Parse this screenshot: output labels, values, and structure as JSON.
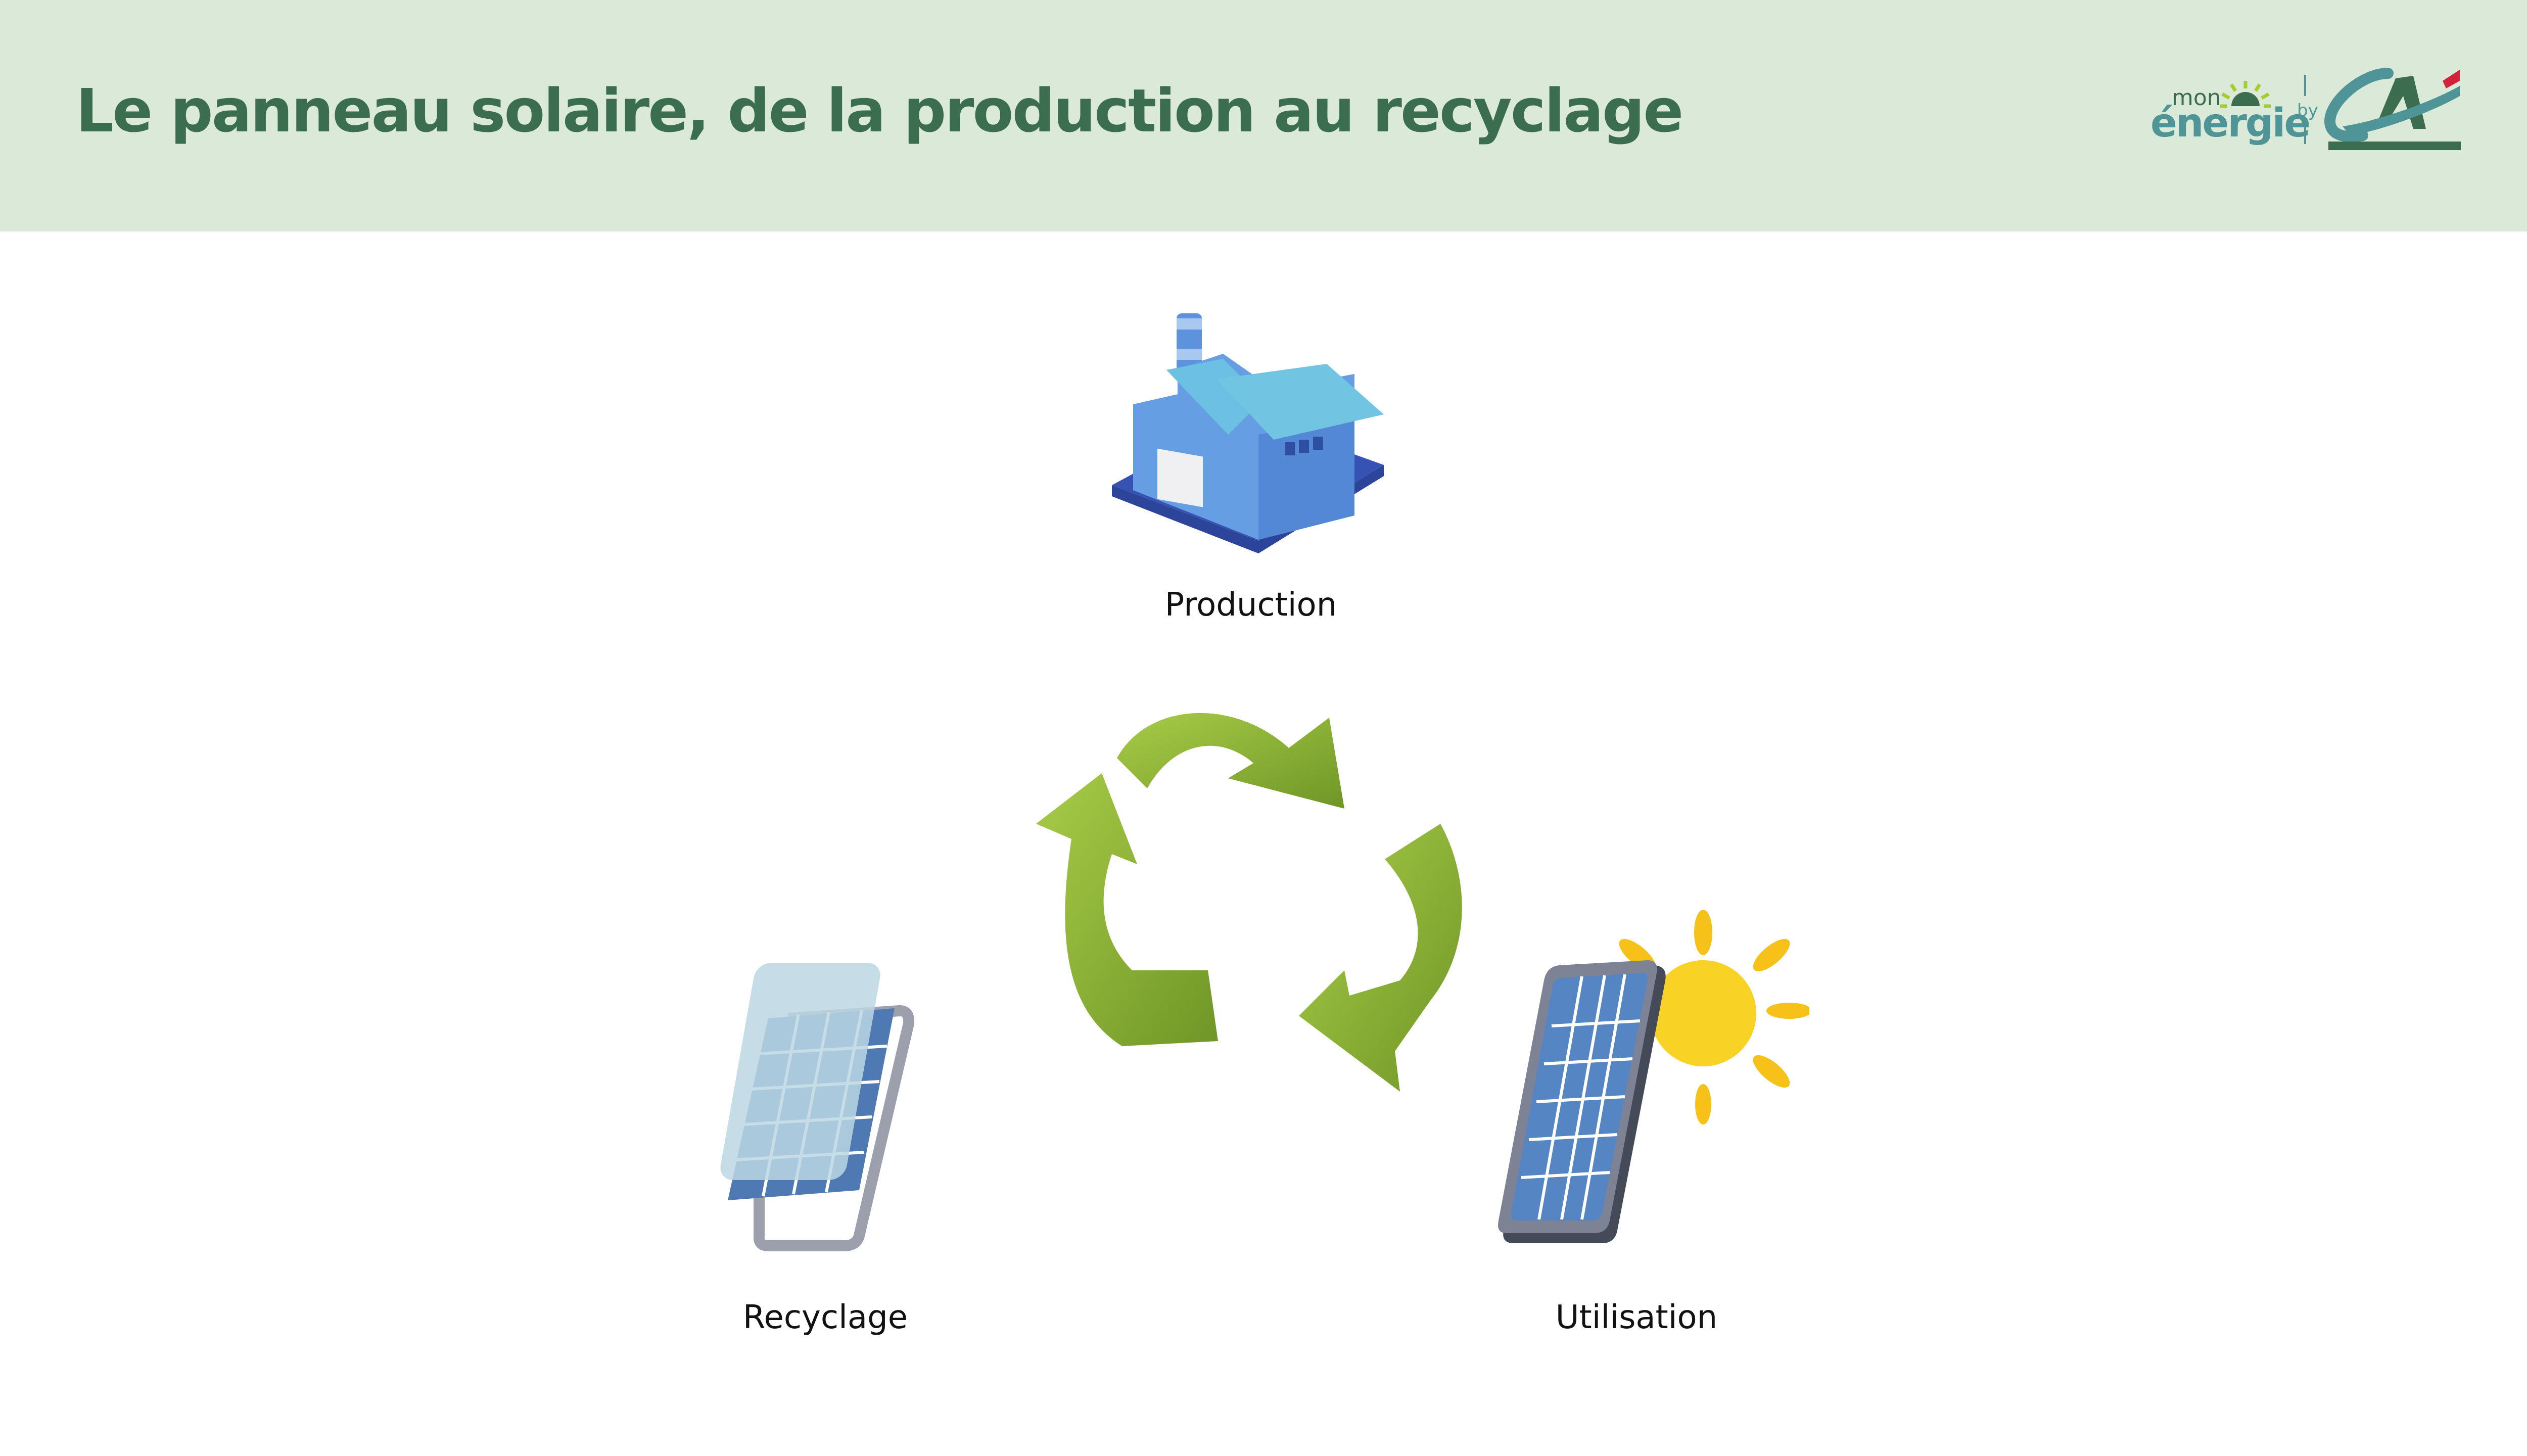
{
  "header": {
    "title": "Le panneau solaire, de la production au recyclage",
    "background_color": "#dbe9d8",
    "title_color": "#3b6d4f",
    "logo": {
      "word_top": "mon",
      "word_main": "énergie",
      "connector": "by",
      "brand_mark": "CA",
      "colors": {
        "teal": "#4f9597",
        "dark_green": "#3b6d4f",
        "lime": "#a6cc2e",
        "red": "#d0243a"
      }
    }
  },
  "cycle": {
    "center_icon": "recycle-icon",
    "center_color": "#8db734",
    "stages": [
      {
        "label": "Production",
        "icon": "factory-icon"
      },
      {
        "label": "Utilisation",
        "icon": "solar-panel-sun-icon"
      },
      {
        "label": "Recyclage",
        "icon": "solar-panel-layers-icon"
      }
    ]
  }
}
